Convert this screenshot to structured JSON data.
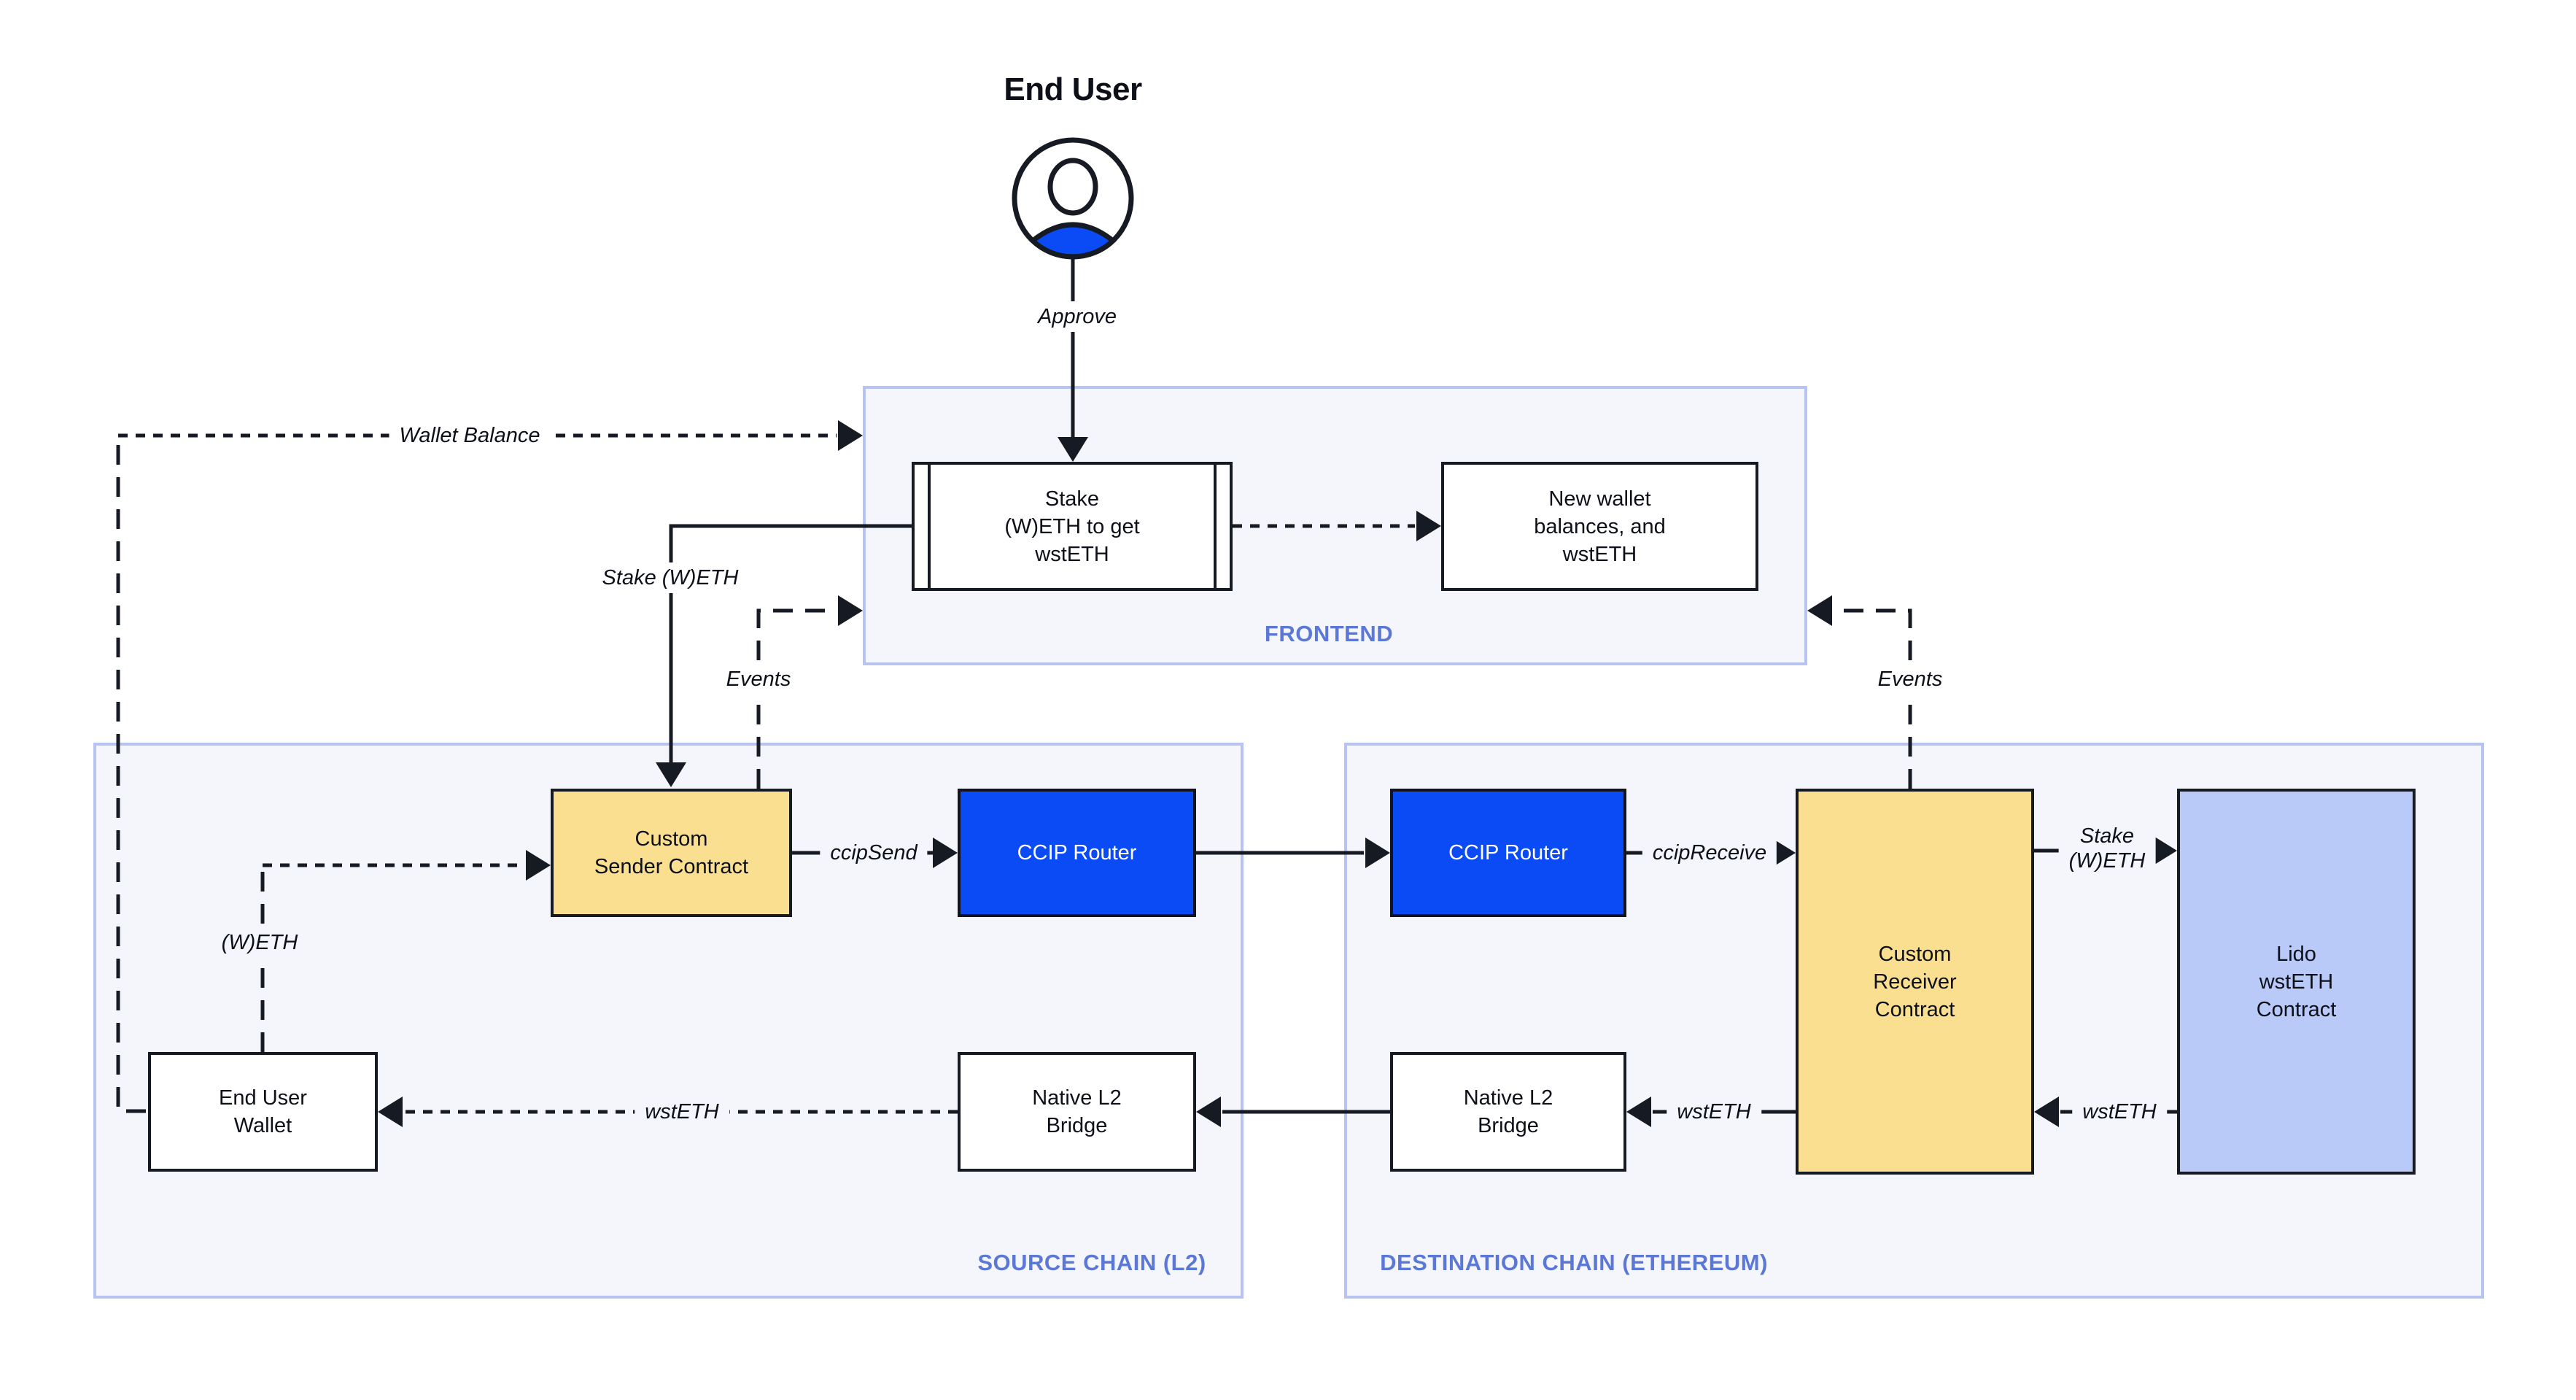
{
  "colors": {
    "accent_blue": "#0A4BF5",
    "box_yellow": "#FBDF90",
    "box_lavender": "#BACAF8",
    "panel_bg": "#F4F6FC",
    "panel_border": "#B7C3F1",
    "line": "#161A23",
    "chain_label_blue": "#5C78D6"
  },
  "actor": {
    "title": "End User",
    "icon": "person-icon"
  },
  "frontend": {
    "label": "FRONTEND",
    "stake_box": "Stake\n(W)ETH to get\nwstETH",
    "result_box": "New wallet\nbalances, and\nwstETH"
  },
  "source_chain": {
    "label": "SOURCE CHAIN (L2)",
    "sender_contract": "Custom\nSender Contract",
    "ccip_router": "CCIP Router",
    "end_user_wallet": "End User\nWallet",
    "native_bridge": "Native L2\nBridge"
  },
  "destination_chain": {
    "label": "DESTINATION CHAIN (ETHEREUM)",
    "ccip_router": "CCIP Router",
    "receiver_contract": "Custom\nReceiver\nContract",
    "lido_contract": "Lido\nwstETH\nContract",
    "native_bridge": "Native L2\nBridge"
  },
  "edge_labels": {
    "approve": "Approve",
    "wallet_balance": "Wallet Balance",
    "stake_weth": "Stake (W)ETH",
    "events_left": "Events",
    "events_right": "Events",
    "ccip_send": "ccipSend",
    "ccip_receive": "ccipReceive",
    "stake_weth_right": "Stake\n(W)ETH",
    "weth": "(W)ETH",
    "wsteth_to_wallet": "wstETH",
    "wsteth_between_bridges": "wstETH",
    "wsteth_from_lido": "wstETH"
  }
}
